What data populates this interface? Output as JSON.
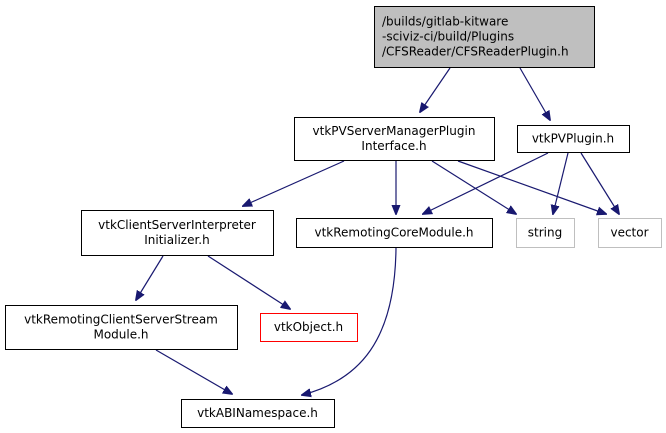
{
  "colors": {
    "edge": "#191970",
    "root_fill": "#bfbfbf",
    "normal_border": "#000000",
    "external_border": "#bfbfbf",
    "undocumented_border": "#ff0000"
  },
  "nodes": [
    {
      "id": "root",
      "lines": [
        "/builds/gitlab-kitware",
        "-sciviz-ci/build/Plugins",
        "/CFSReader/CFSReaderPlugin.h"
      ],
      "kind": "root"
    },
    {
      "id": "pvsmpi",
      "lines": [
        "vtkPVServerManagerPlugin",
        "Interface.h"
      ],
      "kind": "normal"
    },
    {
      "id": "pvplugin",
      "lines": [
        "vtkPVPlugin.h"
      ],
      "kind": "normal"
    },
    {
      "id": "csii",
      "lines": [
        "vtkClientServerInterpreter",
        "Initializer.h"
      ],
      "kind": "normal"
    },
    {
      "id": "rcm",
      "lines": [
        "vtkRemotingCoreModule.h"
      ],
      "kind": "normal"
    },
    {
      "id": "string",
      "lines": [
        "string"
      ],
      "kind": "external"
    },
    {
      "id": "vector",
      "lines": [
        "vector"
      ],
      "kind": "external"
    },
    {
      "id": "rcssm",
      "lines": [
        "vtkRemotingClientServerStream",
        "Module.h"
      ],
      "kind": "normal"
    },
    {
      "id": "vtkobject",
      "lines": [
        "vtkObject.h"
      ],
      "kind": "undocumented"
    },
    {
      "id": "abi",
      "lines": [
        "vtkABINamespace.h"
      ],
      "kind": "normal"
    }
  ],
  "edges": [
    [
      "root",
      "pvsmpi"
    ],
    [
      "root",
      "pvplugin"
    ],
    [
      "pvsmpi",
      "csii"
    ],
    [
      "pvsmpi",
      "rcm"
    ],
    [
      "pvsmpi",
      "string"
    ],
    [
      "pvsmpi",
      "vector"
    ],
    [
      "pvplugin",
      "rcm"
    ],
    [
      "pvplugin",
      "string"
    ],
    [
      "pvplugin",
      "vector"
    ],
    [
      "csii",
      "rcssm"
    ],
    [
      "csii",
      "vtkobject"
    ],
    [
      "rcm",
      "abi"
    ],
    [
      "rcssm",
      "abi"
    ]
  ]
}
